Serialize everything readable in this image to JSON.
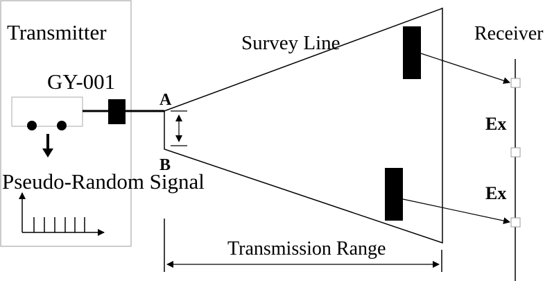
{
  "labels": {
    "transmitter": "Transmitter",
    "device": "GY-001",
    "signal": "Pseudo-Random Signal",
    "survey_line": "Survey Line",
    "receiver": "Receiver",
    "point_a": "A",
    "point_b": "B",
    "ex_top": "Ex",
    "ex_bottom": "Ex",
    "range": "Transmission Range"
  },
  "colors": {
    "line": "#000000",
    "box_border": "#aaaaaa",
    "fill": "#000000",
    "background": "#ffffff"
  },
  "icons": {
    "signal_arrow": "arrow-down-icon",
    "pulse_train": "pulse-train-icon"
  }
}
